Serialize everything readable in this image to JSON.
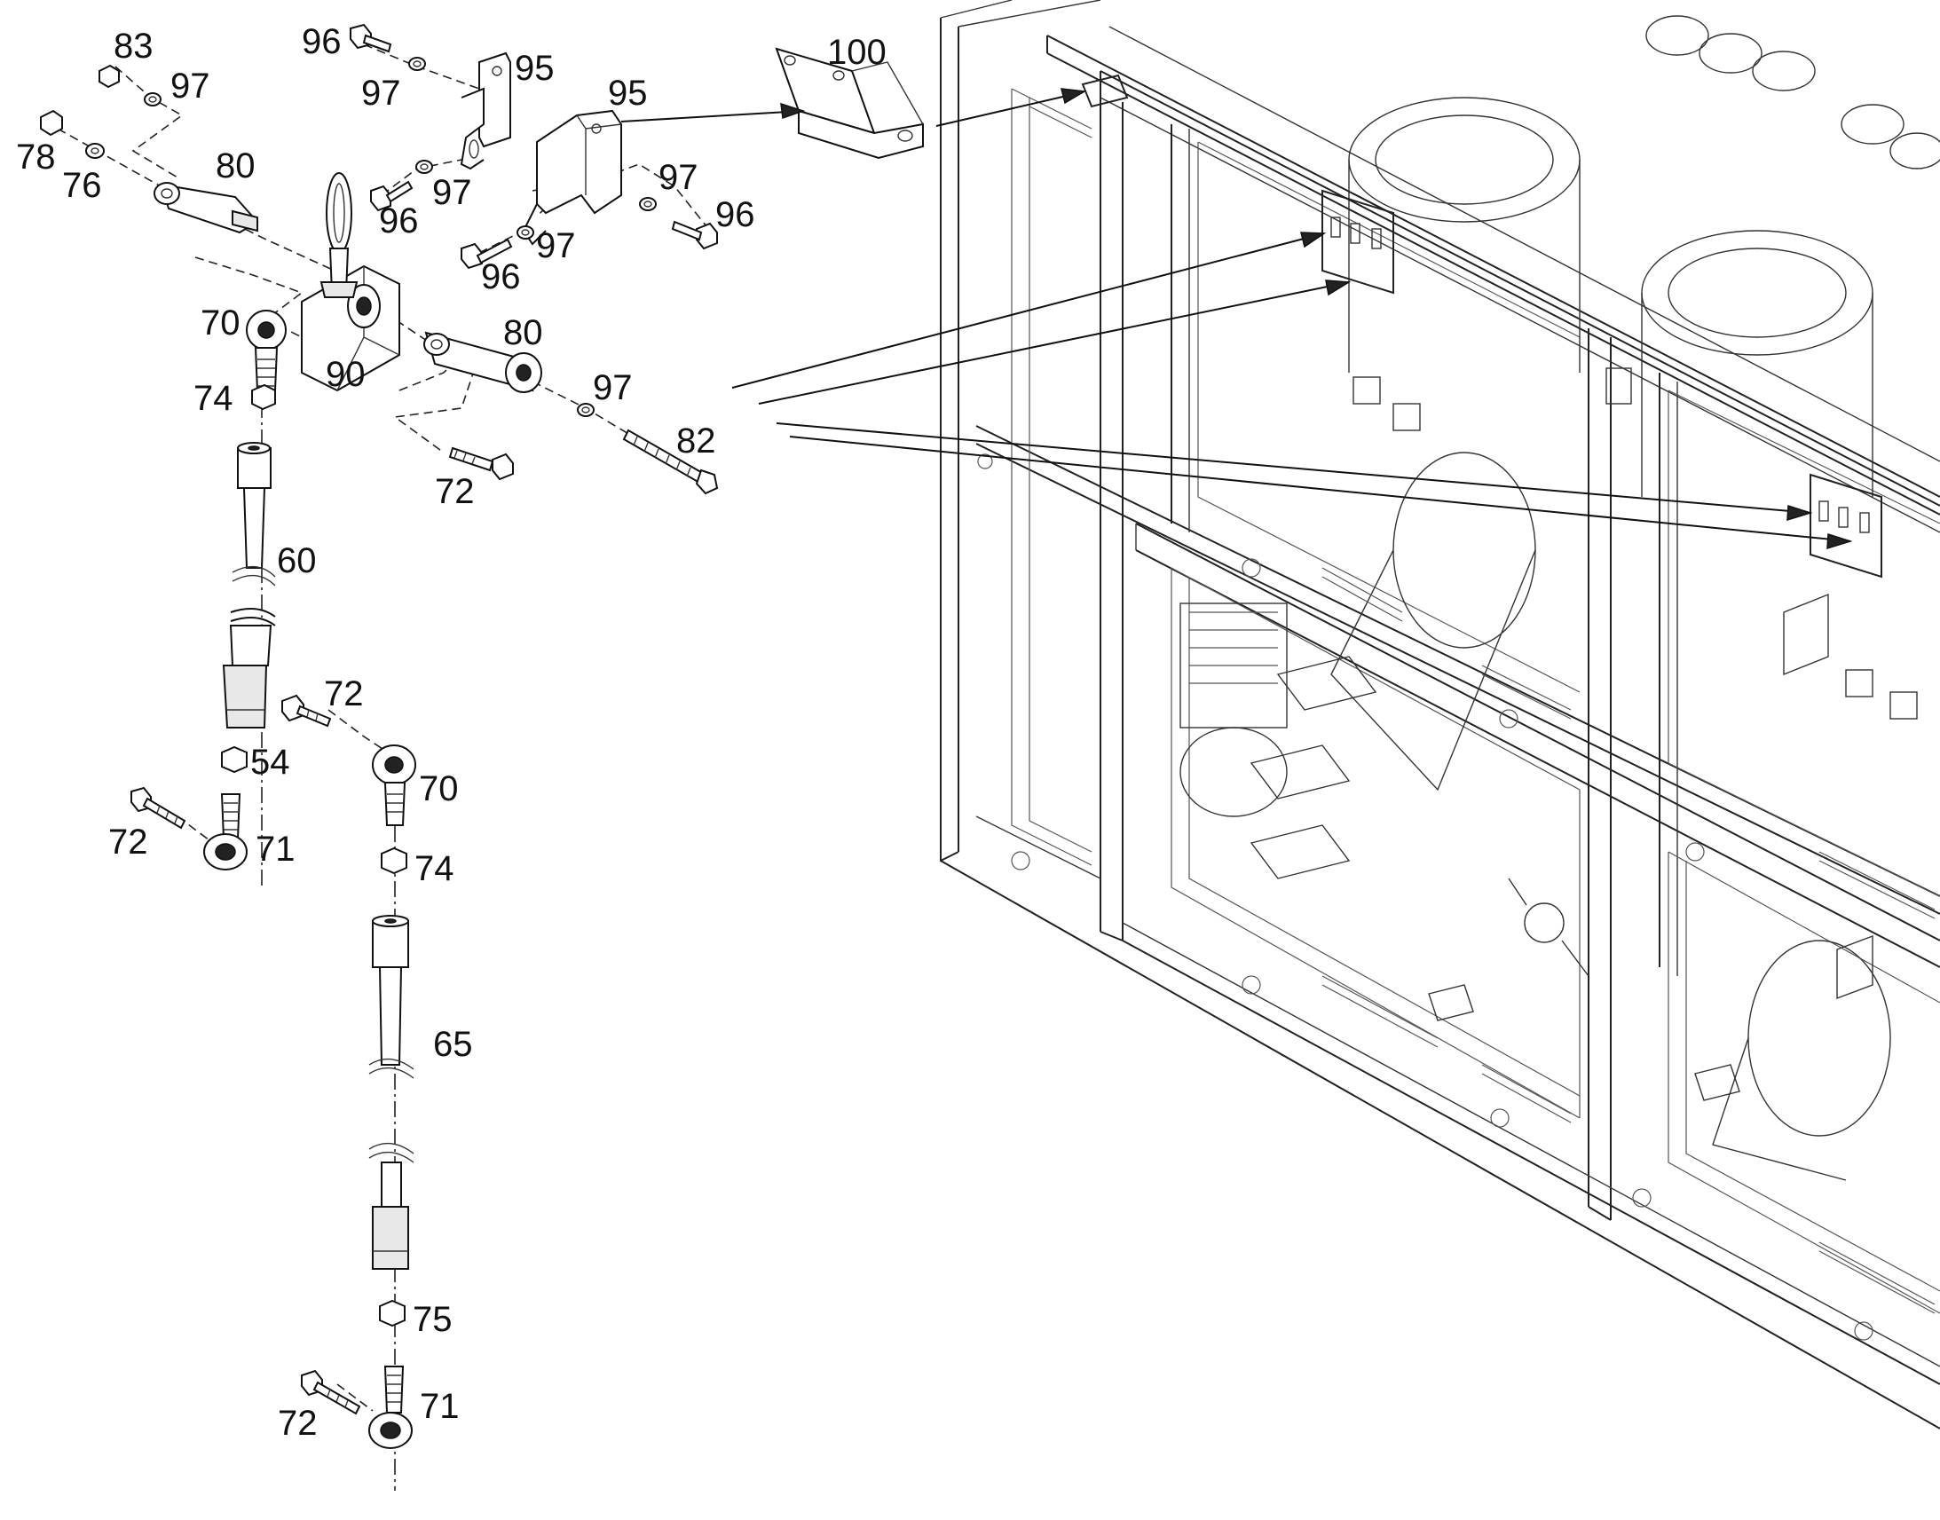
{
  "callouts": [
    {
      "id": "c83",
      "text": "83"
    },
    {
      "id": "c97a",
      "text": "97"
    },
    {
      "id": "c78",
      "text": "78"
    },
    {
      "id": "c76",
      "text": "76"
    },
    {
      "id": "c80a",
      "text": "80"
    },
    {
      "id": "c96a",
      "text": "96"
    },
    {
      "id": "c97b",
      "text": "97"
    },
    {
      "id": "c95a",
      "text": "95"
    },
    {
      "id": "c97c",
      "text": "97"
    },
    {
      "id": "c96b",
      "text": "96"
    },
    {
      "id": "c95b",
      "text": "95"
    },
    {
      "id": "c100",
      "text": "100"
    },
    {
      "id": "c97d",
      "text": "97"
    },
    {
      "id": "c96c",
      "text": "96"
    },
    {
      "id": "c97e",
      "text": "97"
    },
    {
      "id": "c96d",
      "text": "96"
    },
    {
      "id": "c70a",
      "text": "70"
    },
    {
      "id": "c90",
      "text": "90"
    },
    {
      "id": "c80b",
      "text": "80"
    },
    {
      "id": "c74a",
      "text": "74"
    },
    {
      "id": "c97f",
      "text": "97"
    },
    {
      "id": "c82",
      "text": "82"
    },
    {
      "id": "c72a",
      "text": "72"
    },
    {
      "id": "c60",
      "text": "60"
    },
    {
      "id": "c72b",
      "text": "72"
    },
    {
      "id": "c54",
      "text": "54"
    },
    {
      "id": "c70b",
      "text": "70"
    },
    {
      "id": "c72c",
      "text": "72"
    },
    {
      "id": "c71a",
      "text": "71"
    },
    {
      "id": "c74b",
      "text": "74"
    },
    {
      "id": "c65",
      "text": "65"
    },
    {
      "id": "c75",
      "text": "75"
    },
    {
      "id": "c72d",
      "text": "72"
    },
    {
      "id": "c71b",
      "text": "71"
    }
  ]
}
